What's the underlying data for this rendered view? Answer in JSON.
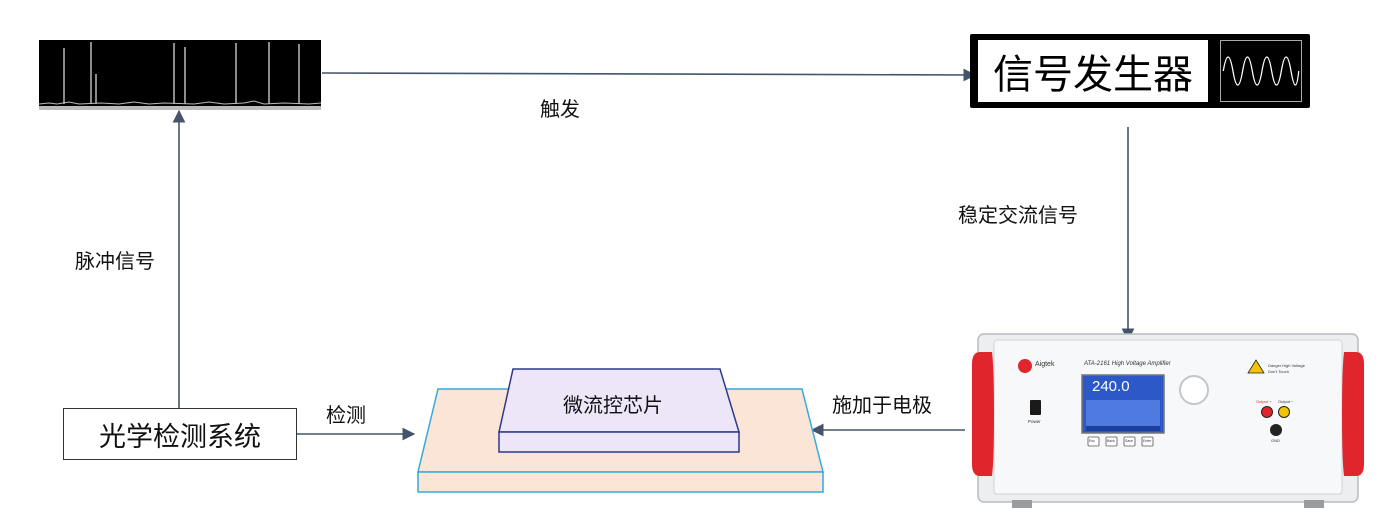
{
  "nodes": {
    "signal_generator": {
      "label": "信号发生器"
    },
    "optical_detection": {
      "label": "光学检测系统"
    },
    "microfluidic_chip": {
      "label": "微流控芯片"
    }
  },
  "edges": {
    "trigger": {
      "label": "触发"
    },
    "stable_ac": {
      "label": "稳定交流信号"
    },
    "pulse_signal": {
      "label": "脉冲信号"
    },
    "detect": {
      "label": "检测"
    },
    "apply_electrode": {
      "label": "施加于电极"
    }
  },
  "amplifier": {
    "brand": "Aigtek",
    "model": "ATA-2161 High Voltage Amplifier",
    "display_value": "240.0",
    "power_label": "Power",
    "warning_line1": "Danger High Voltage",
    "warning_line2": "Don't Touch",
    "output_plus": "Output +",
    "output_minus": "Output −",
    "gnd": "GND",
    "buttons": [
      "Esc",
      "Back",
      "Save",
      "Enter"
    ]
  },
  "colors": {
    "arrow": "#44546a",
    "chip_base_fill": "#fbe5d6",
    "chip_base_border": "#33aadd",
    "chip_top_fill": "#ece6f8",
    "chip_top_border": "#2e3a8c",
    "amp_red": "#e0262c"
  }
}
